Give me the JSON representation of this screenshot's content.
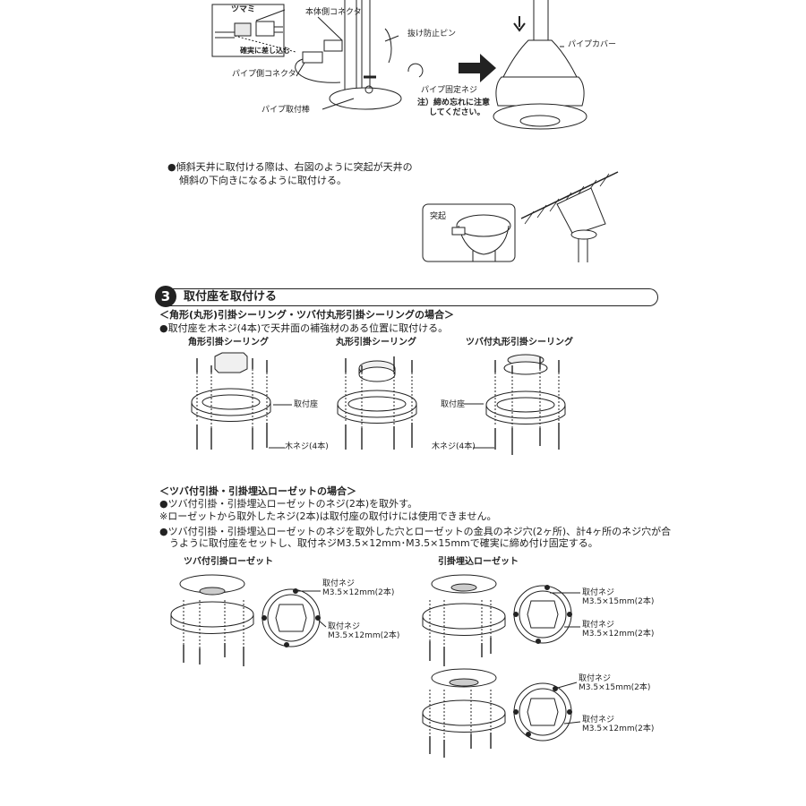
{
  "top": {
    "tsumami": "ツマミ",
    "honnai_connector": "本体側コネクタ",
    "nukedome_pin": "抜け防止ピン",
    "pipe_cover": "パイプカバー",
    "kakujitsu": "確実に差し込む",
    "pipe_connector": "パイプ側コネクタ",
    "pipe_kotei_neji": "パイプ固定ネジ",
    "chui_line1": "注）締め忘れに注意",
    "chui_line2": "してください。",
    "pipe_toritsuke_bou": "パイプ取付棒"
  },
  "slope_note": {
    "line1": "●傾斜天井に取付ける際は、右図のように突起が天井の",
    "line2": "傾斜の下向きになるように取付ける。",
    "tokki": "突起"
  },
  "section3": {
    "number": "3",
    "title": "取付座を取付ける",
    "subhead1": "＜角形(丸形)引掛シーリング・ツバ付丸形引掛シーリングの場合＞",
    "line1": "●取付座を木ネジ(4本)で天井面の補強材のある位置に取付ける。",
    "label_kaku": "角形引掛シーリング",
    "label_maru": "丸形引掛シーリング",
    "label_tsuba": "ツバ付丸形引掛シーリング",
    "toritsukeza": "取付座",
    "mokuneji": "木ネジ(4本)",
    "subhead2": "＜ツバ付引掛・引掛埋込ローゼットの場合＞",
    "line2": "●ツバ付引掛・引掛埋込ローゼットのネジ(2本)を取外す。",
    "line3": "※ローゼットから取外したネジ(2本)は取付座の取付けには使用できません。",
    "line4": "●ツバ付引掛・引掛埋込ローゼットのネジを取外した穴とローゼットの金具のネジ穴(2ヶ所)、計4ヶ所のネジ穴が合",
    "line5": "うように取付座をセットし、取付ネジM3.5×12mm･M3.5×15mmで確実に締め付け固定する。",
    "label_tsuba_rosette": "ツバ付引掛ローゼット",
    "label_umekomi_rosette": "引掛埋込ローゼット",
    "toritsuke_neji": "取付ネジ",
    "m35_12": "M3.5×12mm(2本)",
    "m35_15": "M3.5×15mm(2本)"
  }
}
